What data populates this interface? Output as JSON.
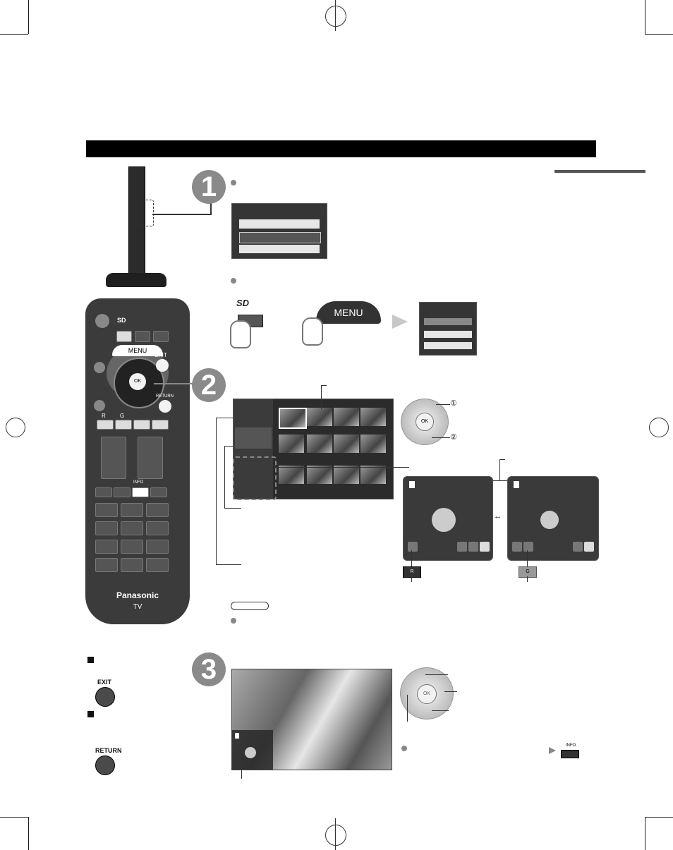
{
  "remote": {
    "brand": "Panasonic",
    "model": "TV",
    "menu_label": "MENU",
    "exit_label": "EXIT",
    "return_label": "RETURN",
    "ok_label": "OK",
    "info_label": "INFO",
    "red_label": "R",
    "green_label": "G"
  },
  "steps": {
    "one": "1",
    "two": "2",
    "three": "3"
  },
  "side_keys": {
    "exit_label": "EXIT",
    "return_label": "RETURN"
  },
  "small_buttons": {
    "menu_label": "MENU",
    "red_label": "R",
    "green_label": "G",
    "info_label": "INFO",
    "ok_label": "OK"
  },
  "markers": {
    "circled_one": "①",
    "circled_two": "②"
  },
  "colors": {
    "title_bar": "#000000",
    "step_circle": "#8a8a8a",
    "remote_body": "#3b3b3b"
  }
}
